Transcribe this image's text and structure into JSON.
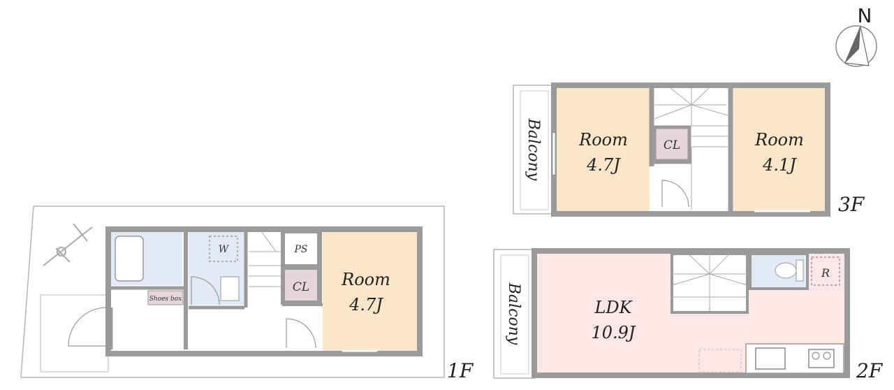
{
  "compass": {
    "north_label": "N"
  },
  "floors": {
    "first": {
      "floor_label": "1F",
      "room": {
        "name": "Room",
        "size": "4.7J"
      },
      "closet": "CL",
      "pipe_space": "PS",
      "washer": "W",
      "shoes_box": "Shoes box"
    },
    "second": {
      "floor_label": "2F",
      "balcony": "Balcony",
      "ldk": {
        "name": "LDK",
        "size": "10.9J"
      },
      "fridge": "R"
    },
    "third": {
      "floor_label": "3F",
      "balcony": "Balcony",
      "room_west": {
        "name": "Room",
        "size": "4.7J"
      },
      "room_east": {
        "name": "Room",
        "size": "4.1J"
      },
      "closet": "CL"
    }
  },
  "colors": {
    "wall": "#9a9a9a",
    "room_fill": "#fce6c9",
    "ldk_fill": "#fbe7e5",
    "bath_fill": "#e3eaf5",
    "closet_fill": "#e6d6d9",
    "outline": "#b5b5b5"
  }
}
